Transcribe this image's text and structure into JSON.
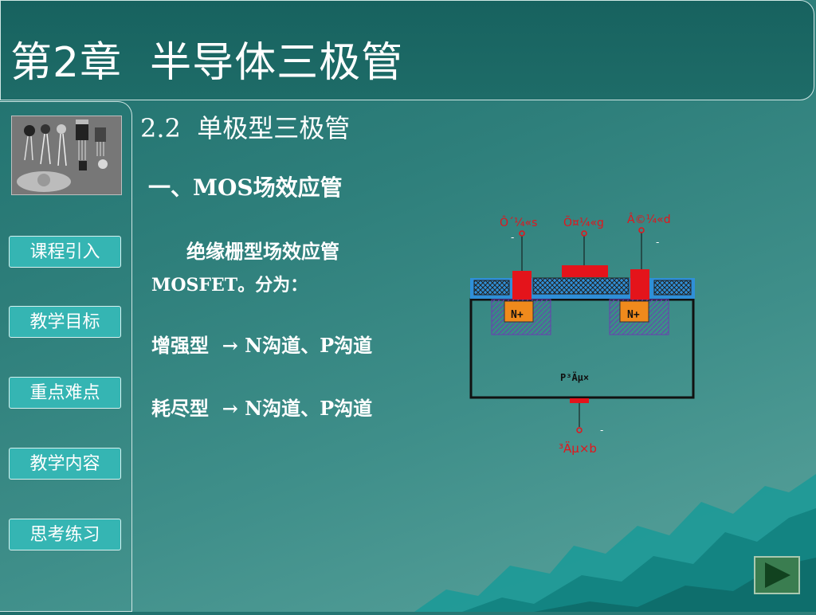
{
  "header": {
    "title": "第2章  半导体三极管"
  },
  "main": {
    "section_title": "2.2  单极型三极管",
    "subsection_title": "一、MOS场效应管",
    "paragraph_line1": "绝缘栅型场效应管",
    "paragraph_line2": "MOSFET。分为：",
    "enhancement": "增强型  → N沟道、P沟道",
    "depletion": "耗尽型  → N沟道、P沟道"
  },
  "sidebar": {
    "items": [
      {
        "label": "课程引入"
      },
      {
        "label": "教学目标"
      },
      {
        "label": "重点难点"
      },
      {
        "label": "教学内容"
      },
      {
        "label": "思考练习"
      }
    ]
  },
  "diagram": {
    "source_label": "Ô´¼«s",
    "gate_label": "Õ¤¼«g",
    "drain_label": "Â©¼«d",
    "substrate_label": "P³Äµ×",
    "body_label": "³Äµ×b",
    "n_plus_label": "N+",
    "minus_sign": "-"
  },
  "colors": {
    "background": "#2e7f7b",
    "button": "#35b5b3",
    "metal": "#e4141b",
    "oxide": "#2f8fd8",
    "n_region": "#f08a1c",
    "play": "#3a7d50"
  },
  "controls": {
    "next_icon": "play-triangle-icon"
  }
}
